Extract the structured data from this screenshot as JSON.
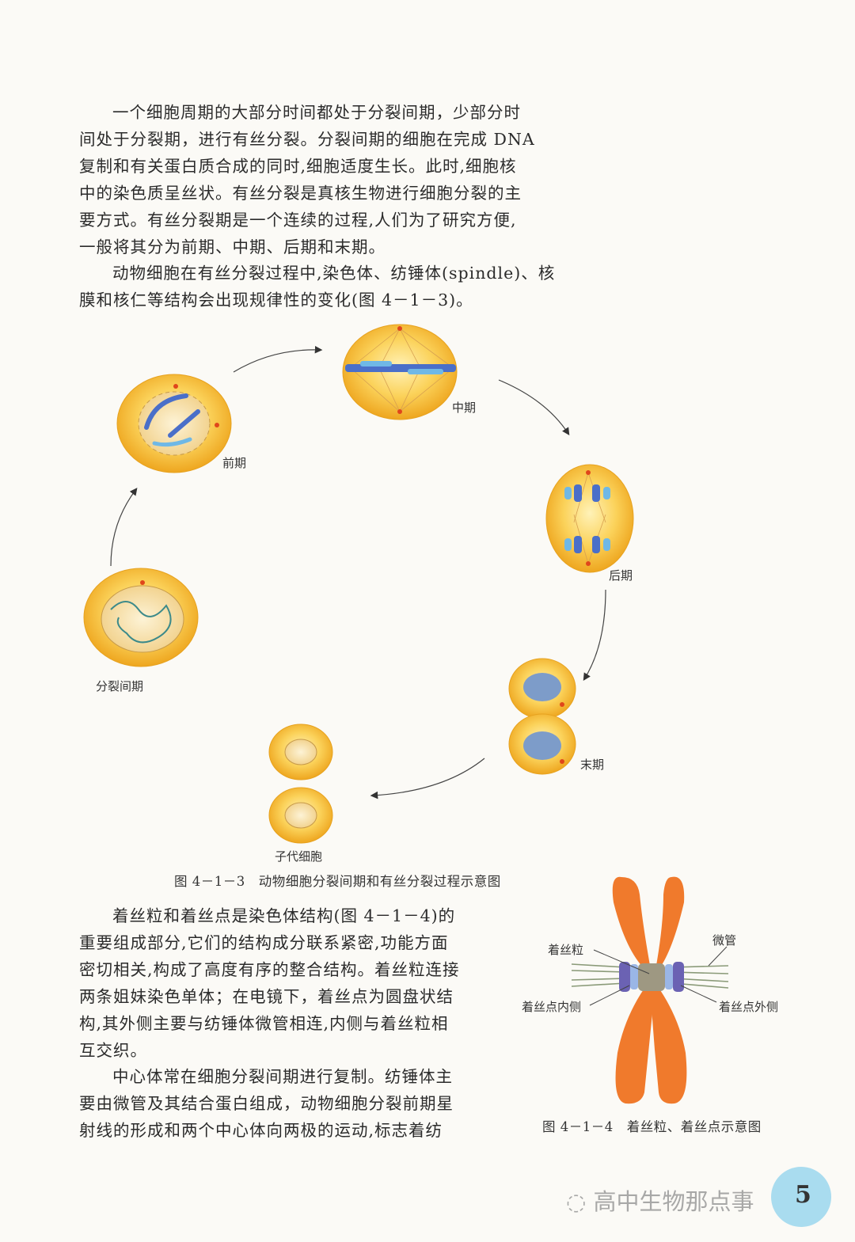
{
  "paragraphs": [
    {
      "lines": [
        "一个细胞周期的大部分时间都处于分裂间期，少部分时",
        "间处于分裂期，进行有丝分裂。分裂间期的细胞在完成 DNA",
        "复制和有关蛋白质合成的同时,细胞适度生长。此时,细胞核",
        "中的染色质呈丝状。有丝分裂是真核生物进行细胞分裂的主",
        "要方式。有丝分裂期是一个连续的过程,人们为了研究方便,",
        "一般将其分为前期、中期、后期和末期。"
      ]
    },
    {
      "lines": [
        "动物细胞在有丝分裂过程中,染色体、纺锤体(spindle)、核",
        "膜和核仁等结构会出现规律性的变化(图 4－1－3)。"
      ]
    },
    {
      "lines": [
        "着丝粒和着丝点是染色体结构(图 4－1－4)的",
        "重要组成部分,它们的结构成分联系紧密,功能方面",
        "密切相关,构成了高度有序的整合结构。着丝粒连接",
        "两条姐妹染色单体；在电镜下，着丝点为圆盘状结",
        "构,其外侧主要与纺锤体微管相连,内侧与着丝粒相",
        "互交织。"
      ]
    },
    {
      "lines": [
        "中心体常在细胞分裂间期进行复制。纺锤体主",
        "要由微管及其结合蛋白组成，动物细胞分裂前期星",
        "射线的形成和两个中心体向两极的运动,标志着纺"
      ]
    }
  ],
  "figure1": {
    "stages": {
      "interphase": "分裂间期",
      "prophase": "前期",
      "metaphase": "中期",
      "anaphase": "后期",
      "telophase": "末期",
      "daughter": "子代细胞"
    },
    "caption": "图 4－1－3　动物细胞分裂间期和有丝分裂过程示意图"
  },
  "figure2": {
    "labels": {
      "centromere": "着丝粒",
      "microtubule": "微管",
      "kinetochore_inner": "着丝点内侧",
      "kinetochore_outer": "着丝点外侧"
    },
    "caption": "图 4－1－4　着丝粒、着丝点示意图"
  },
  "watermark": "高中生物那点事",
  "page_number": "5",
  "colors": {
    "cell": "#f3b630",
    "chromosome": "#f07a2c",
    "page_badge": "#a9dcef"
  }
}
